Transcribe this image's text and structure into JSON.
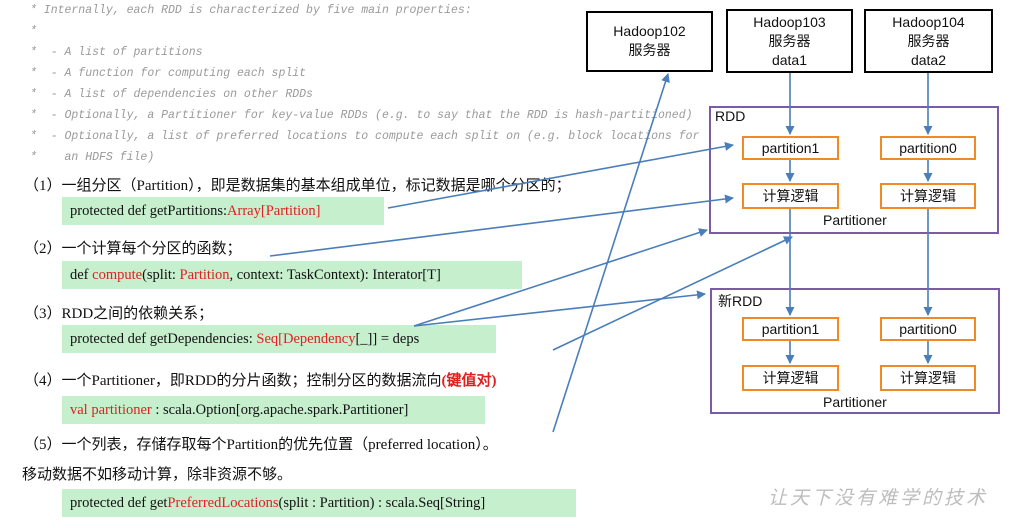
{
  "comments": [
    "* Internally, each RDD is characterized by five main properties:",
    "*",
    "*  - A list of partitions",
    "*  - A function for computing each split",
    "*  - A list of dependencies on other RDDs",
    "*  - Optionally, a Partitioner for key-value RDDs (e.g. to say that the RDD is hash-partitioned)",
    "*  - Optionally, a list of preferred locations to compute each split on (e.g. block locations for",
    "*    an HDFS file)"
  ],
  "items": {
    "p1": {
      "text": "（1）一组分区（Partition），即是数据集的基本组成单位，标记数据是哪个分区的；",
      "code": {
        "a": "protected def getPartitions:",
        "b": "Array[Partition]"
      }
    },
    "p2": {
      "text": "（2）一个计算每个分区的函数；",
      "code": {
        "a": "def ",
        "b": "compute",
        "c": "(split: ",
        "d": "Partition",
        "e": ", context: TaskContext): Interator[T]"
      }
    },
    "p3": {
      "text": "（3）RDD之间的依赖关系；",
      "code": {
        "a": "protected def getDependencies: ",
        "b": "Seq[Dependency",
        "c": "[_]]",
        "d": " = deps"
      }
    },
    "p4": {
      "text_a": "（4）一个Partitioner，即RDD的分片函数；控制分区的数据流向",
      "text_b": "(键值对)",
      "code": {
        "a": "val partitioner",
        "b": " : scala.Option[org.apache.spark.Partitioner]"
      }
    },
    "p5": {
      "text": "（5）一个列表，存储存取每个Partition的优先位置（preferred location）。",
      "note": "移动数据不如移动计算，除非资源不够。",
      "code": {
        "a": "protected def get",
        "b": "PreferredLocations",
        "c": "(split : Partition) : scala.Seq[String]"
      }
    }
  },
  "diagram": {
    "servers": [
      {
        "name": "Hadoop102",
        "role": "服务器",
        "data": ""
      },
      {
        "name": "Hadoop103",
        "role": "服务器",
        "data": "data1"
      },
      {
        "name": "Hadoop104",
        "role": "服务器",
        "data": "data2"
      }
    ],
    "rdd1": {
      "title": "RDD",
      "partitions": [
        "partition1",
        "partition0"
      ],
      "compute": [
        "计算逻辑",
        "计算逻辑"
      ],
      "partitioner": "Partitioner"
    },
    "rdd2": {
      "title": "新RDD",
      "partitions": [
        "partition1",
        "partition0"
      ],
      "compute": [
        "计算逻辑",
        "计算逻辑"
      ],
      "partitioner": "Partitioner"
    }
  },
  "watermark": "让天下没有难学的技术",
  "colors": {
    "code_bg": "#c6efce",
    "arrow": "#4a7ebb",
    "orange": "#f08a24",
    "purple": "#7b5aa6",
    "red": "#e02020"
  }
}
